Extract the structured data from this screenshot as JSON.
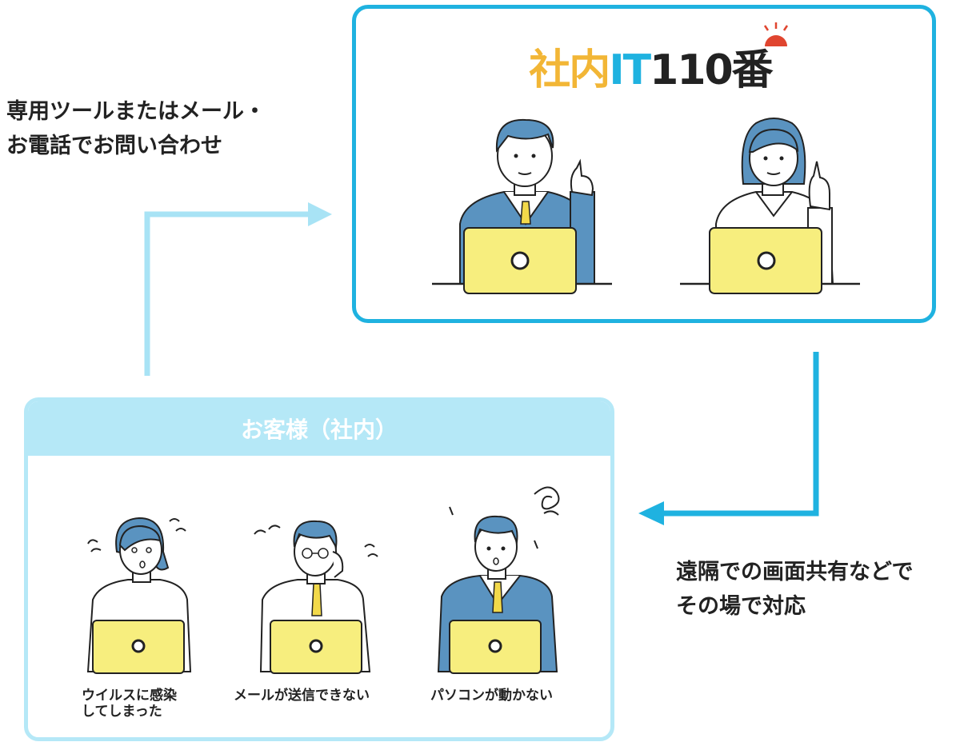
{
  "inquiry_text": [
    "専用ツールまたはメール・",
    "お電話でお問い合わせ"
  ],
  "remote_text": [
    "遠隔での画面共有などで",
    "その場で対応"
  ],
  "support_box": {
    "logo": {
      "part1": "社内",
      "part2": "IT",
      "part3": "110番"
    }
  },
  "customer_box": {
    "title": "お客様（社内）",
    "people": [
      {
        "caption": [
          "ウイルスに感染",
          "してしまった"
        ]
      },
      {
        "caption": [
          "メールが送信できない"
        ]
      },
      {
        "caption": [
          "パソコンが動かない"
        ]
      }
    ]
  },
  "colors": {
    "accent": "#1fb2e0",
    "light_accent": "#b5e8f7",
    "arrow_light": "#a8e3f5",
    "laptop": "#f7ee7e",
    "suit": "#5a93c0",
    "logo_yellow": "#f2b636"
  },
  "icons": [
    "siren-icon",
    "arrow-right-icon",
    "arrow-left-icon",
    "laptop-icon"
  ]
}
